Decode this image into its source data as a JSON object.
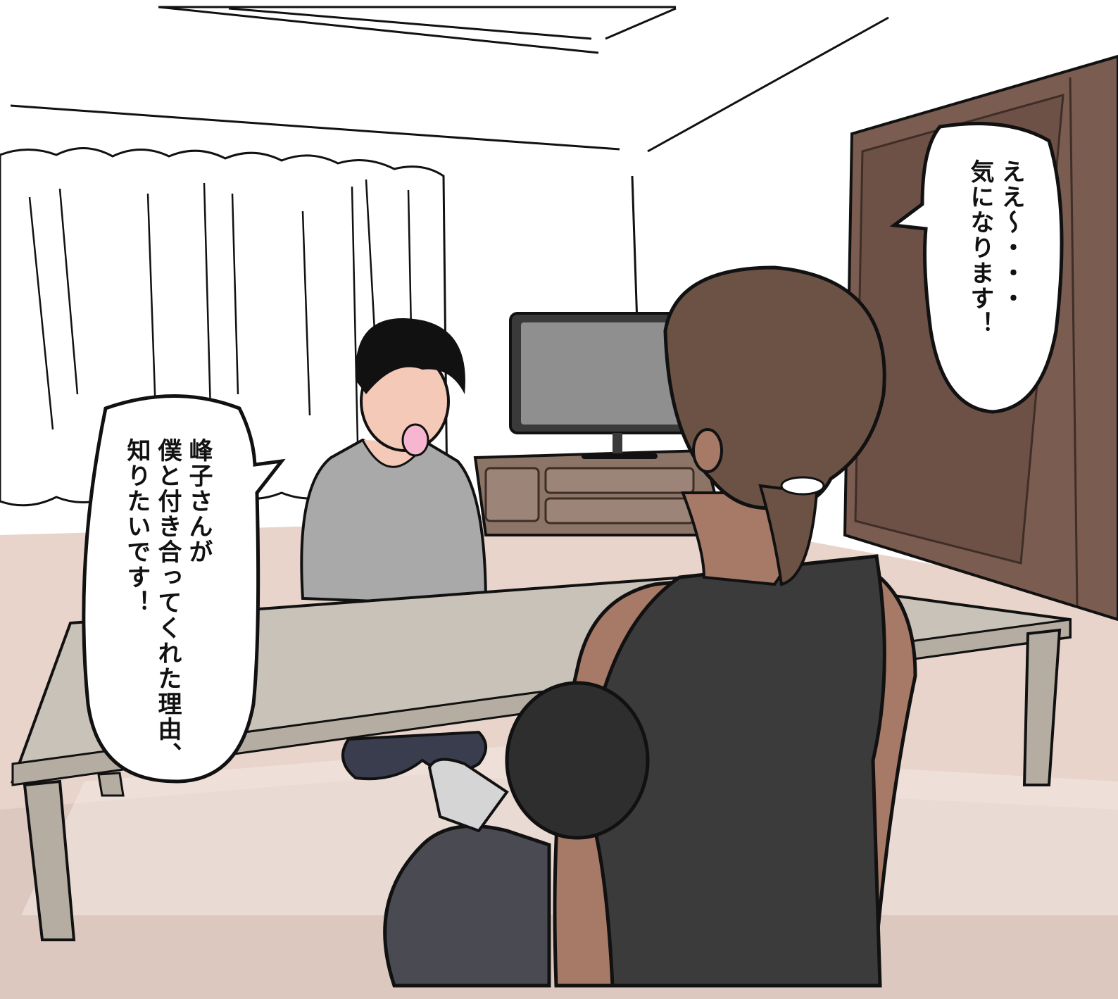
{
  "speech_right": {
    "lines": [
      "ええ～・・・",
      "気になります！"
    ]
  },
  "speech_left": {
    "lines": [
      "峰子さんが",
      "僕と付き合ってくれた理由、",
      "知りたいです！"
    ]
  },
  "colors": {
    "wall": "#ffffff",
    "floor": "#e8d4cb",
    "floor_shadow": "#d3bfb6",
    "rug": "#f2e6e1",
    "table_top": "#c9c2b8",
    "table_edge": "#b5ada2",
    "wardrobe": "#7a5c50",
    "wardrobe_dark": "#5e463c",
    "tv_screen": "#8f8f8f",
    "tv_frame": "#3a3a3a",
    "tv_stand": "#8c7467",
    "boy_shirt": "#a9a9a9",
    "boy_pants": "#3a3d4d",
    "boy_hair": "#111111",
    "skin_light": "#f4c9b8",
    "woman_hair": "#6b5245",
    "woman_skin": "#a77a67",
    "woman_top": "#3b3b3b",
    "woman_pants": "#4a4a52",
    "outline": "#111111"
  }
}
